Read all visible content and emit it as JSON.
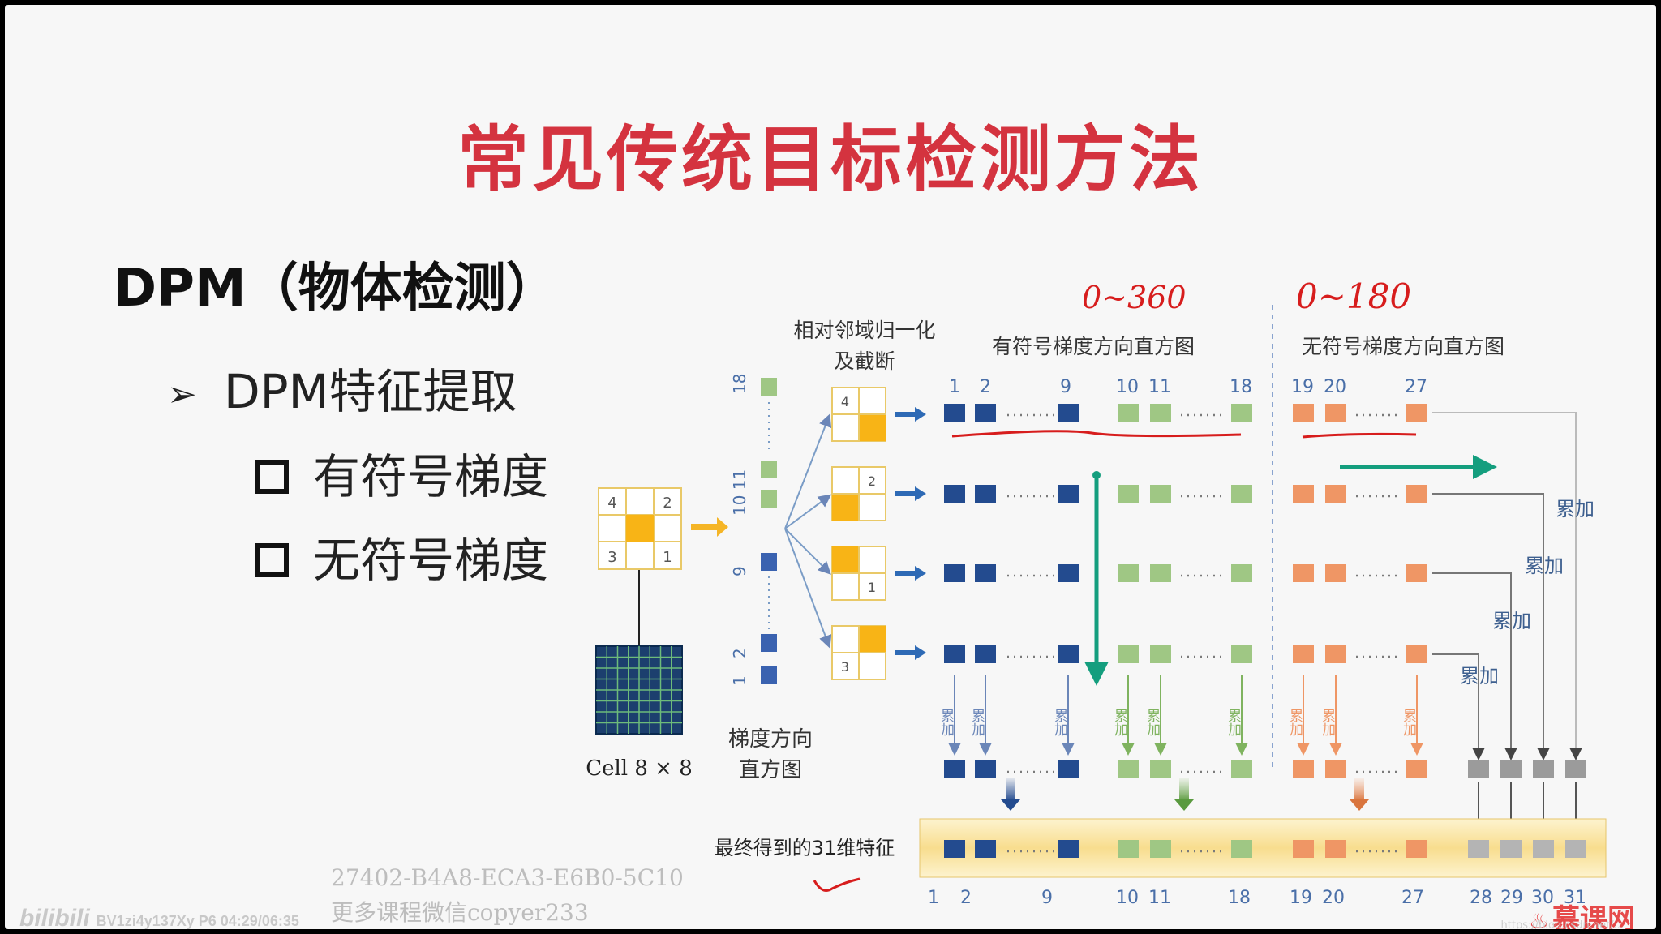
{
  "title": "常见传统目标检测方法",
  "heading": "DPM（物体检测）",
  "bullets": {
    "main": "DPM特征提取",
    "arrow_icon": "➢",
    "sub": [
      "有符号梯度",
      "无符号梯度"
    ]
  },
  "diagram": {
    "cell_label": "Cell 8 × 8",
    "cell_numbers": [
      "4",
      "2",
      "3",
      "1"
    ],
    "hist_label_lines": [
      "梯度方向",
      "直方图"
    ],
    "hist_bins": [
      "18",
      "10 11",
      "9",
      "2",
      "1"
    ],
    "norm_label_lines": [
      "相对邻域归一化",
      "及截断"
    ],
    "norm_cell_numbers": [
      "4",
      "2",
      "1",
      "3"
    ],
    "signed_title": "有符号梯度方向直方图",
    "unsigned_title": "无符号梯度方向直方图",
    "signed_bins": [
      "1",
      "2",
      "9",
      "10",
      "11",
      "18"
    ],
    "unsigned_bins": [
      "19",
      "20",
      "27"
    ],
    "accumulate": "累加",
    "final_label": "最终得到的31维特征",
    "bottom_numbers": [
      "1",
      "2",
      "9",
      "10",
      "11",
      "18",
      "19",
      "20",
      "27",
      "28",
      "29",
      "30",
      "31"
    ],
    "handwritten_signed": "0~360",
    "handwritten_unsigned": "0~180",
    "colors": {
      "blue": "#234b8f",
      "green": "#9fc784",
      "orange": "#ef9665",
      "gray": "#9b9b9b",
      "teal": "#149e7e",
      "red_ink": "#d71d1d",
      "cell_yellow": "#f8b416"
    }
  },
  "watermark": {
    "id": "27402-B4A8-ECA3-E6B0-5C10",
    "wechat": "更多课程微信copyer233"
  },
  "player": {
    "logo": "bilibili",
    "info": "BV1zi4y137Xy P6 04:29/06:35"
  },
  "brand": {
    "icon": "flame-icon",
    "name": "慕课网",
    "url": "https://blog.csdn.net/..."
  }
}
